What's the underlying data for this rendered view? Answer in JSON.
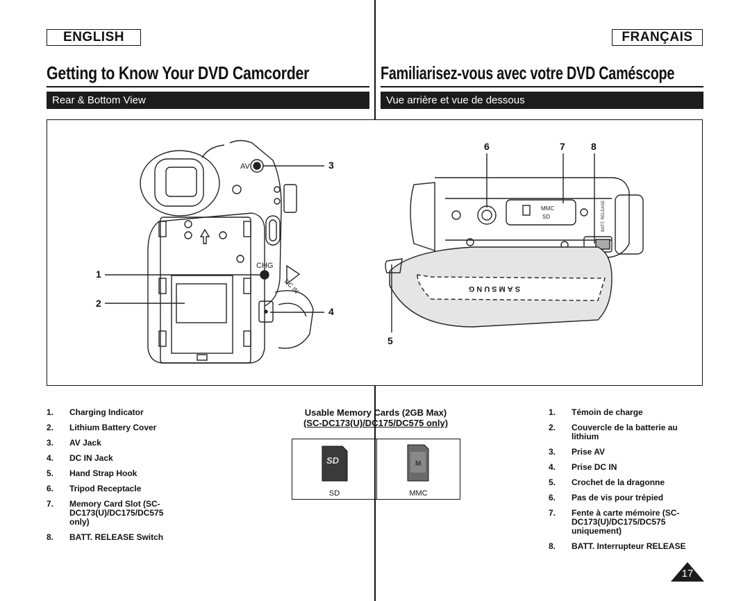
{
  "left": {
    "language": "ENGLISH",
    "title": "Getting to Know Your DVD Camcorder",
    "section": "Rear & Bottom View",
    "items": [
      {
        "n": "1.",
        "text": "Charging Indicator"
      },
      {
        "n": "2.",
        "text": "Lithium Battery Cover"
      },
      {
        "n": "3.",
        "text": "AV Jack"
      },
      {
        "n": "4.",
        "text": "DC IN Jack"
      },
      {
        "n": "5.",
        "text": "Hand Strap Hook"
      },
      {
        "n": "6.",
        "text": "Tripod Receptacle"
      },
      {
        "n": "7.",
        "text": "Memory Card Slot (SC-DC173(U)/DC175/DC575 only)"
      },
      {
        "n": "8.",
        "text": "BATT. RELEASE Switch"
      }
    ]
  },
  "right": {
    "language": "FRANÇAIS",
    "title": "Familiarisez-vous avec votre DVD Caméscope",
    "section": "Vue arrière et vue de dessous",
    "items": [
      {
        "n": "1.",
        "text": "Témoin de charge"
      },
      {
        "n": "2.",
        "text": "Couvercle de la batterie au lithium"
      },
      {
        "n": "3.",
        "text": "Prise AV"
      },
      {
        "n": "4.",
        "text": "Prise DC IN"
      },
      {
        "n": "5.",
        "text": "Crochet de la dragonne"
      },
      {
        "n": "6.",
        "text": "Pas de vis pour trépied"
      },
      {
        "n": "7.",
        "text": "Fente à carte mémoire (SC-DC173(U)/DC175/DC575 uniquement)"
      },
      {
        "n": "8.",
        "text": "BATT. Interrupteur RELEASE"
      }
    ]
  },
  "cards": {
    "title": "Usable Memory Cards (2GB Max)",
    "subtitle": "(SC-DC173(U)/DC175/DC575 only)",
    "sd_label": "SD",
    "mmc_label": "MMC"
  },
  "figure": {
    "callouts": [
      "1",
      "2",
      "3",
      "4",
      "5",
      "6",
      "7",
      "8"
    ],
    "labels": {
      "av": "AV",
      "chg": "CHG",
      "dc_in": "DC IN",
      "mmc": "MMC",
      "sd": "SD",
      "batt_release": "BATT. RELEASE",
      "brand": "SAMSUNG"
    }
  },
  "page_number": "17"
}
